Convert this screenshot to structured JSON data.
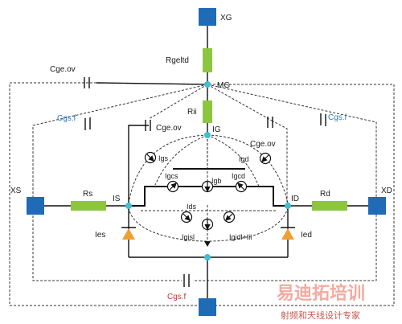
{
  "nodes": {
    "xg": "XG",
    "mg": "MG",
    "ig": "IG",
    "xs": "XS",
    "is": "IS",
    "id": "ID",
    "xd": "XD"
  },
  "elements": {
    "rgeltd": "Rgeltd",
    "rii": "Rii",
    "rs": "Rs",
    "rd": "Rd",
    "cge_ov_top": "Cge.ov",
    "cgs_f_left": "Cgs.f",
    "cgs_f_right": "Cgs.f",
    "cge_ov_left": "Cge.ov",
    "cge_ov_right": "Cge.ov",
    "cgs_f_bottom": "Cgs.f",
    "ies": "Ies",
    "ied": "Ied"
  },
  "currents": {
    "igs": "Igs",
    "igd": "Igd",
    "igcs": "Igcs",
    "igcd": "Igcd",
    "igb": "Igb",
    "ids": "Ids",
    "igisl": "Igisl",
    "igidl_iii": "Igidl+Iii"
  },
  "watermark": {
    "title": "易迪拓培训",
    "subtitle": "射频和天线设计专家"
  },
  "colors": {
    "terminal": "#1f6bb5",
    "resistor": "#8cc63f",
    "node": "#3fbfcf",
    "diode": "#f0a030",
    "wire": "#111111",
    "dashed": "#333333"
  }
}
